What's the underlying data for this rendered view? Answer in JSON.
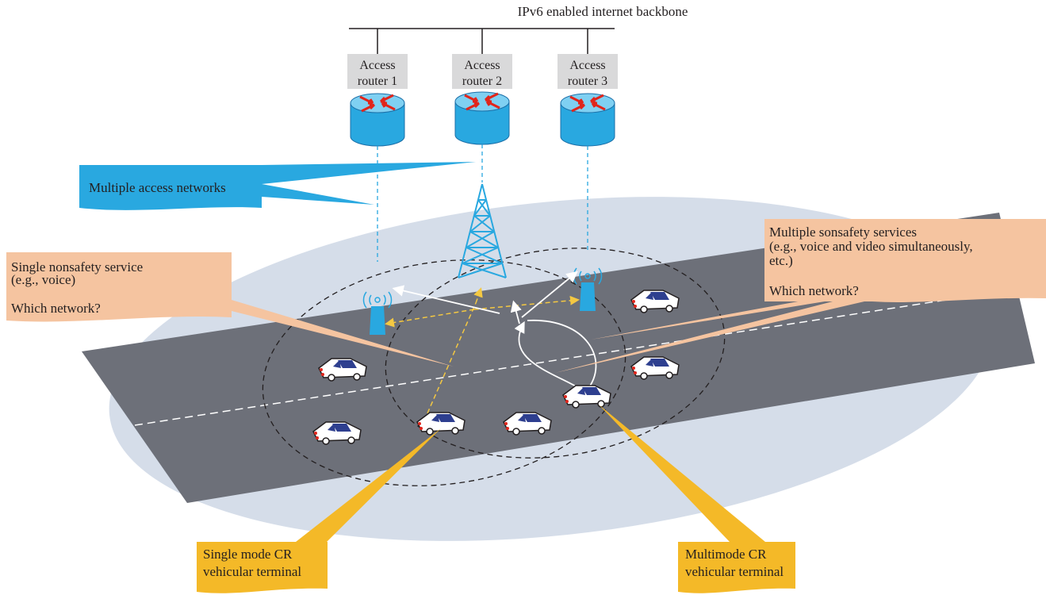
{
  "backbone": {
    "label": "IPv6 enabled internet backbone"
  },
  "routers": [
    {
      "line1": "Access",
      "line2": "router 1"
    },
    {
      "line1": "Access",
      "line2": "router 2"
    },
    {
      "line1": "Access",
      "line2": "router 3"
    }
  ],
  "callouts": {
    "access_networks": {
      "text": "Multiple access networks",
      "color": "#29a8e0"
    },
    "single_service": {
      "lines": [
        "Single nonsafety service",
        "(e.g., voice)",
        "Which network?"
      ],
      "color": "#f5c4a0"
    },
    "multiple_services": {
      "lines": [
        "Multiple sonsafety services",
        "(e.g., voice and video simultaneously,",
        "etc.)",
        "Which network?"
      ],
      "color": "#f5c4a0"
    },
    "single_mode": {
      "lines": [
        "Single mode CR",
        "vehicular terminal"
      ],
      "color": "#f4b928"
    },
    "multimode": {
      "lines": [
        "Multimode CR",
        "vehicular terminal"
      ],
      "color": "#f4b928"
    }
  },
  "colors": {
    "road": "#6d7079",
    "ellipse": "#d5dde9",
    "router": "#29a8e0",
    "router_arrows": "#e1251b",
    "label_box": "#d9d9da",
    "dashed_yellow": "#f4c842"
  }
}
